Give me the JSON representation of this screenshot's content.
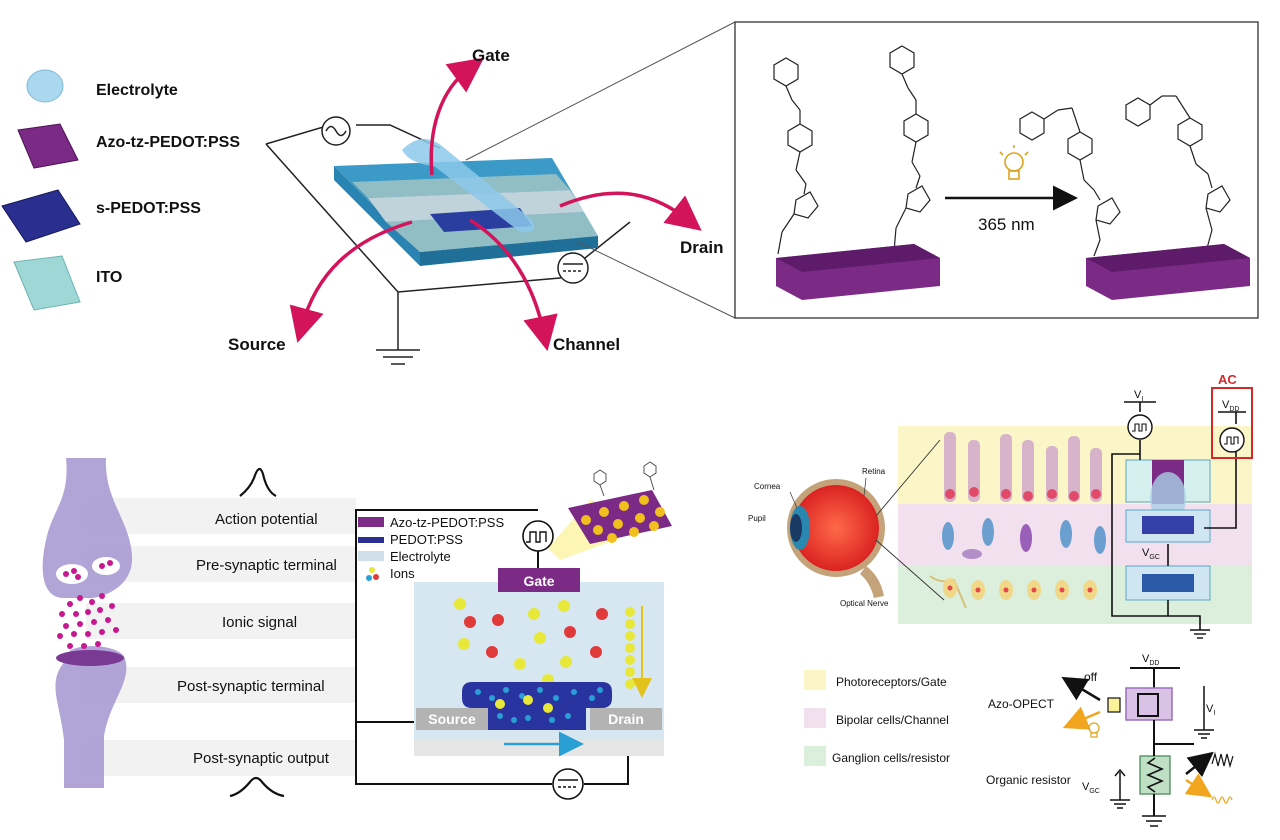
{
  "legend_top": {
    "electrolyte": "Electrolyte",
    "azo": "Azo-tz-PEDOT:PSS",
    "spedot": "s-PEDOT:PSS",
    "ito": "ITO"
  },
  "device": {
    "gate": "Gate",
    "drain": "Drain",
    "source": "Source",
    "channel": "Channel"
  },
  "molecule_panel": {
    "wavelength": "365 nm"
  },
  "synapse": {
    "action_potential": "Action potential",
    "pre_synaptic": "Pre-synaptic terminal",
    "ionic_signal": "Ionic signal",
    "post_synaptic": "Post-synaptic terminal",
    "post_output": "Post-synaptic output"
  },
  "opect": {
    "legend_azo": "Azo-tz-PEDOT:PSS",
    "legend_pedot": "PEDOT:PSS",
    "legend_electrolyte": "Electrolyte",
    "legend_ions": "Ions",
    "gate": "Gate",
    "source": "Source",
    "drain": "Drain"
  },
  "retina": {
    "cornea": "Cornea",
    "pupil": "Pupil",
    "retina": "Retina",
    "optical_nerve": "Optical Nerve",
    "ac": "AC",
    "vi": "V",
    "vi_sub": "I",
    "vdd": "V",
    "vdd_sub": "DD",
    "vgc": "V",
    "vgc_sub": "GC"
  },
  "circuit_legend": {
    "photoreceptors": "Photoreceptors/Gate",
    "bipolar": "Bipolar cells/Channel",
    "ganglion": "Ganglion cells/resistor"
  },
  "circuit": {
    "vdd": "V",
    "vdd_sub": "DD",
    "off": "off",
    "azo_opect": "Azo-OPECT",
    "organic_resistor": "Organic resistor",
    "vgc": "V",
    "vgc_sub": "GC",
    "vi": "V",
    "vi_sub": "I"
  },
  "colors": {
    "purple": "#7b2a86",
    "navy": "#2a2f8f",
    "ito": "#9fd6d6",
    "teal": "#2a8fb5",
    "magenta": "#d4145a",
    "yellow_band": "#fbf6c8",
    "pink_band": "#f2e0ef",
    "green_band": "#dcefdc",
    "ion_yellow": "#e8e83a",
    "ion_red": "#e03a3a",
    "ac_red": "#d22a2a"
  }
}
